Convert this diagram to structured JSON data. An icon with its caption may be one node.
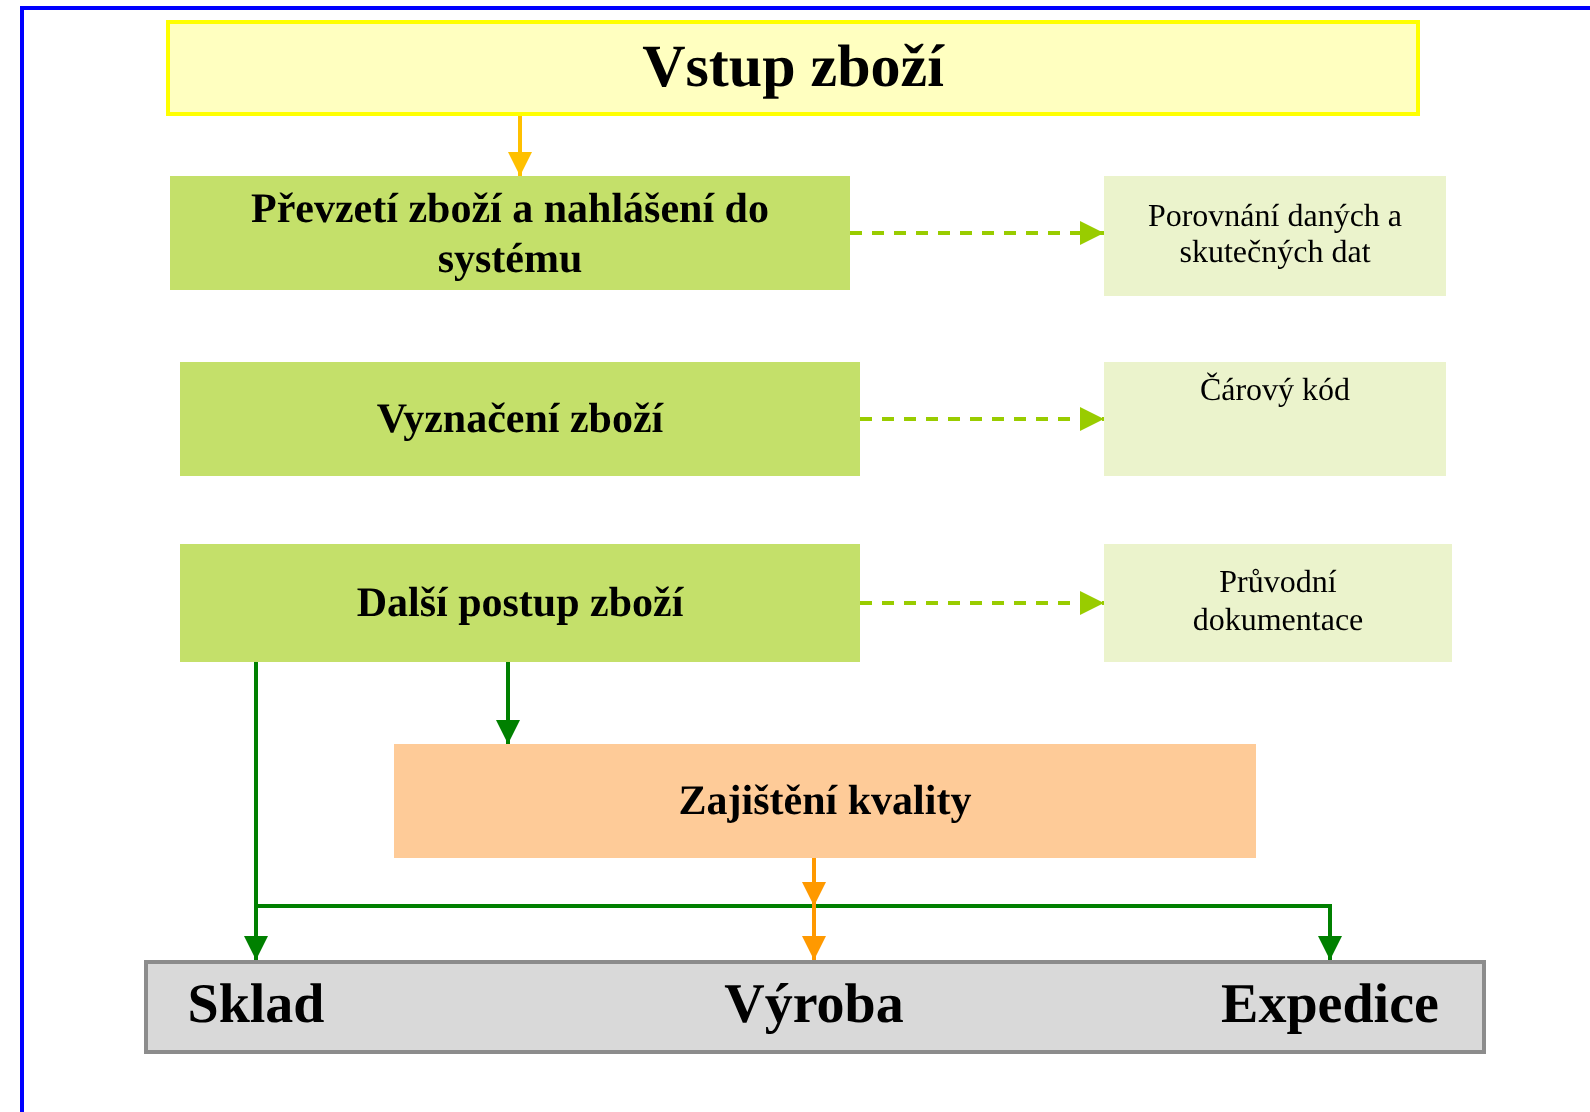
{
  "diagram": {
    "nodes": [
      {
        "text": [
          "Vstup zboží"
        ]
      },
      {
        "text": [
          "Převzetí zboží a nahlášení do systému"
        ]
      },
      {
        "text": [
          "Porovnání daných a skutečných dat"
        ]
      },
      {
        "text": [
          "Vyznačení zboží"
        ]
      },
      {
        "text": [
          "Čárový kód"
        ]
      },
      {
        "text": [
          "Další postup zboží"
        ]
      },
      {
        "text": [
          "Průvodní dokumentace"
        ]
      },
      {
        "text": [
          "Zajištění kvality"
        ]
      },
      {
        "text": [],
        "shape": "bar"
      },
      {
        "text": [
          "Sklad"
        ],
        "in": 8
      },
      {
        "text": [
          "Výroba"
        ],
        "in": 8
      },
      {
        "text": [
          "Expedice"
        ],
        "in": 8
      }
    ],
    "edges": [
      {
        "from": 0,
        "to": 1,
        "arrow": "to",
        "color": "#ffc000"
      },
      {
        "from": 1,
        "to": 2,
        "arrow": "to",
        "style": "dashed",
        "color": "#99cc00"
      },
      {
        "from": 3,
        "to": 4,
        "arrow": "to",
        "style": "dashed",
        "color": "#99cc00"
      },
      {
        "from": 5,
        "to": 6,
        "arrow": "to",
        "style": "dashed",
        "color": "#99cc00"
      },
      {
        "from": 5,
        "to": 7,
        "arrow": "to",
        "color": "#008000"
      },
      {
        "from": 5,
        "to": 9,
        "arrow": "to",
        "color": "#008000"
      },
      {
        "from": 5,
        "to": 11,
        "arrow": "to",
        "color": "#008000"
      },
      {
        "from": 7,
        "to": 10,
        "arrow": "to",
        "color": "#ff9900"
      }
    ]
  }
}
